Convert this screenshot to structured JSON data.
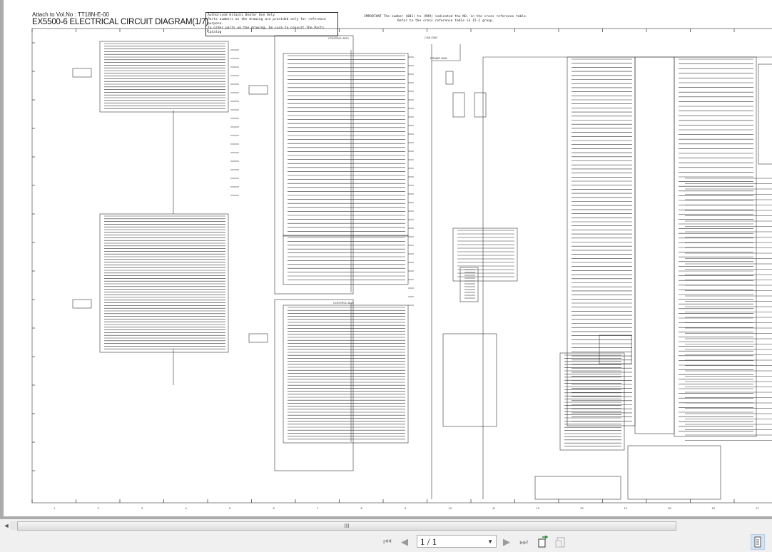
{
  "document": {
    "attach_ref": "Attach to Vol.No : TT18N-E-00",
    "title": "EX5500-6 ELECTRICAL CIRCUIT DIAGRAM(1/7)",
    "notice_lines": [
      "Authorised Hitachi Dealer Use Only",
      "Parts numbers on the drawing are provided only for reference purpose.",
      "To order parts on the drawing, be sure to consult the Parts Catalog"
    ],
    "important_lines": [
      "IMPORTANT The number (001) to (999) indicated the NO. in the cross reference table.",
      "Refer to the cross reference table in 15-2 group."
    ],
    "labels": {
      "control_box_1": "CONTROL BOX",
      "control_box_2": "CONTROL BOX",
      "frame_gnd": "FRAME GND",
      "cab_gnd": "CAB GND"
    },
    "column_numbers": [
      "1",
      "2",
      "3",
      "4",
      "5",
      "6",
      "7",
      "8",
      "9",
      "10",
      "11",
      "12",
      "13",
      "14",
      "15",
      "16",
      "17"
    ]
  },
  "scrollbar": {
    "thumb_grip": "III",
    "left_arrow": "◄"
  },
  "toolbar": {
    "first_page": "⏮",
    "prev_page": "◀",
    "page_value": "1 / 1",
    "next_page": "▶",
    "last_page": "⏭"
  },
  "colors": {
    "ink": "#222222",
    "viewer_bg": "#ababab",
    "toolbar_bg": "#f0f0f0"
  }
}
